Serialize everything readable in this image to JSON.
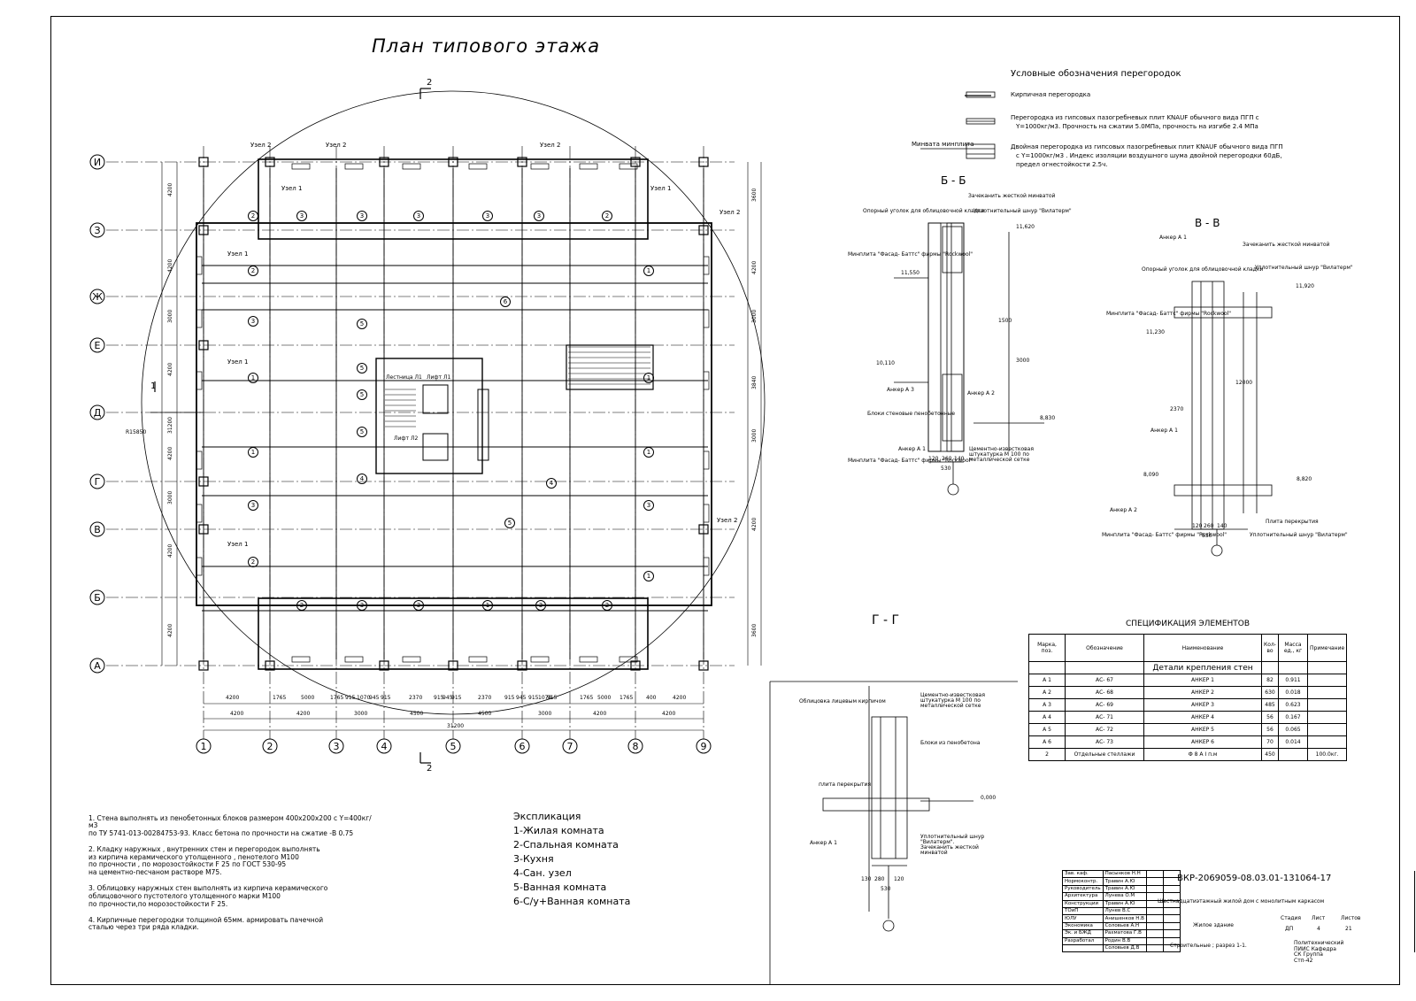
{
  "title": "План типового этажа",
  "legend": {
    "heading": "Условные обозначения перегородок",
    "items": [
      "Кирпичная перегородка",
      "Перегородка из гипсовых пазогребневых плит KNAUF обычного вида ПГП  с",
      "Y=1000кг/м3. Прочность на сжатии 5.0МПа, прочность на изгибе 2.4 МПа",
      "Двойная перегородка из гипсовых пазогребневых плит KNAUF обычного вида ПГП",
      "с Y=1000кг/м3 . Индекс изоляции воздушного шума двойной перегородки 60дБ,",
      "предел огнестойкости 2.5ч."
    ],
    "mark_label": "Минвата минплита"
  },
  "sections": {
    "bb": "Б - Б",
    "vv": "В - В",
    "gg": "Г - Г"
  },
  "section_labels": {
    "bb": [
      "Зачеканить жесткой минватой",
      "Уплотнительный шнур \"Вилатерм\"",
      "Опорный уголок для облицовочной кладки",
      "Минплита \"Фасад- Баттс\" фирмы \"Rockwool\"",
      "Анкер А 3",
      "Анкер А 2",
      "Блоки стеновые пенобетонные",
      "Анкер А 1",
      "Цементно-известковая штукатурка М 100 по металлической сетке",
      "Минплита \"Фасад- Баттс\" фирмы \"Rockwool\"",
      "11,620",
      "11,550",
      "10,110",
      "8,830",
      "3000",
      "1500",
      "120",
      "260",
      "140",
      "530"
    ],
    "vv": [
      "Анкер А 1",
      "Зачеканить жесткой минватой",
      "Опорный уголок для облицовочной кладки",
      "Уплотнительный шнур \"Вилатерм\"",
      "Минплита \"Фасад- Баттс\" фирмы \"Rockwool\"",
      "11,920",
      "11,230",
      "Анкер А 1",
      "8,090",
      "8,820",
      "Анкер А 2",
      "Плита перекрытия",
      "Минплита \"Фасад- Баттс\" фирмы \"Rockwool\"",
      "Уплотнительный шнур \"Вилатерм\"",
      "2370",
      "12000",
      "120",
      "260",
      "140",
      "530"
    ],
    "gg": [
      "Облицовка лицевым кирпичом",
      "Цементно-известковая штукатурка М 100 по металлической сетке",
      "Блоки из пенобетона",
      "плита перекрытия",
      "Анкер А 1",
      "Уплотнительный шнур \"Вилатерм\". Зачеканить жесткой минватой",
      "0,000",
      "130",
      "280",
      "120",
      "530"
    ]
  },
  "axes": {
    "rows": [
      "И",
      "З",
      "Ж",
      "Е",
      "Д",
      "Г",
      "В",
      "Б",
      "А"
    ],
    "cols": [
      "1",
      "2",
      "3",
      "4",
      "5",
      "6",
      "7",
      "8",
      "9"
    ]
  },
  "dims": {
    "bottom_row1": [
      "4200",
      "1765",
      "5000",
      "1765",
      "915",
      "1070",
      "945",
      "915",
      "2370",
      "915",
      "945",
      "915",
      "2370",
      "915",
      "945",
      "915",
      "1070",
      "915",
      "1765",
      "5000",
      "1765",
      "400",
      "4200"
    ],
    "bottom_row2": [
      "4200",
      "4200",
      "3000",
      "4500",
      "4500",
      "3000",
      "4200",
      "4200"
    ],
    "total": "31200",
    "left": [
      "4200",
      "4200",
      "3000",
      "4200",
      "31200",
      "4200",
      "3000",
      "4200",
      "4200"
    ],
    "right": [
      "3600",
      "4200",
      "3000",
      "3840",
      "3000",
      "4200",
      "3600"
    ]
  },
  "plan_labels": {
    "uzel1": "Узел 1",
    "uzel2": "Узел 2",
    "lestnica": "Лестница Л1",
    "lift1": "Лифт Л1",
    "lift2": "Лифт Л2",
    "radius": "R15850",
    "section_2": "2",
    "section_1": "1"
  },
  "room_numbers": [
    "2",
    "3",
    "3",
    "3",
    "3",
    "3",
    "2",
    "2",
    "3",
    "1",
    "1",
    "3",
    "5",
    "5",
    "5",
    "5",
    "4",
    "4",
    "5",
    "6",
    "1",
    "1",
    "1",
    "1",
    "3",
    "3",
    "2",
    "2",
    "3",
    "3",
    "1",
    "2"
  ],
  "notes": [
    "1. Стена выполнять из пенобетонных блоков размером 400х200х200 с Y=400кг/м3\n    по ТУ 5741-013-00284753-93. Класс бетона по прочности на сжатие -В 0.75",
    "2. Кладку наружных , внутренних стен и перегородок выполнять\n    из кирпича керамического утолщенного , пенотелого М100\n    по прочности , по морозостойкости F 25 по   ГОСТ 530-95\n    на цементно-песчаном растворе М75.",
    "3. Облицовку наружных стен выполнять из кирпича керамического\n    облицовочного пустотелого утолщенного марки   М100\n    по прочности,по морозостойкости  F 25.",
    "4. Кирпичные перегородки толщиной 65мм. армировать пачечной\n    сталью через три ряда кладки."
  ],
  "explication": {
    "title": "Экспликация",
    "items": [
      "1-Жилая комната",
      "2-Спальная комната",
      "3-Кухня",
      "4-Сан. узел",
      "5-Ванная комната",
      "6-С/у+Ванная комната"
    ]
  },
  "spec": {
    "title": "СПЕЦИФИКАЦИЯ   ЭЛЕМЕНТОВ",
    "headers": [
      "Марка, поз.",
      "Обозначение",
      "Наименование",
      "Кол-во",
      "Масса ед., кг",
      "Примечание"
    ],
    "group": "Детали крепления стен",
    "rows": [
      [
        "А 1",
        "АС- 67",
        "АНКЕР 1",
        "82",
        "0.911",
        ""
      ],
      [
        "А 2",
        "АС- 68",
        "АНКЕР 2",
        "630",
        "0.018",
        ""
      ],
      [
        "А 3",
        "АС- 69",
        "АНКЕР 3",
        "485",
        "0.623",
        ""
      ],
      [
        "А 4",
        "АС- 71",
        "АНКЕР 4",
        "56",
        "0.167",
        ""
      ],
      [
        "А 5",
        "АС- 72",
        "АНКЕР 5",
        "56",
        "0.065",
        ""
      ],
      [
        "А 6",
        "АС- 73",
        "АНКЕР 6",
        "70",
        "0.014",
        ""
      ],
      [
        "2",
        "Отдельные стеллажи",
        "Ф 8 А I   п.м",
        "450",
        "",
        "100.0кг."
      ]
    ]
  },
  "stamp": {
    "code": "ВКР-2069059-08.03.01-131064-17",
    "project": "Шестнадцатиэтажный жилой дом с монолитным каркасом",
    "part": "Жилое здание",
    "sheet_title": "Строительные ; разрез 1-1.",
    "stage_hdr": "Стадия",
    "sheet_hdr": "Лист",
    "sheets_hdr": "Листов",
    "stage": "ДП",
    "sheet": "4",
    "sheets": "21",
    "org": "Политехнический ПИИС Кафедра СК Группа Стп-42",
    "people": [
      [
        "Зав. каф.",
        "Пасынков Н.Н"
      ],
      [
        "Нормоконтр.",
        "Травин А.Ю"
      ],
      [
        "Руководитель",
        "Травин А.Ю"
      ],
      [
        "Архитектура",
        "Лунева О.М"
      ],
      [
        "Конструкции",
        "Травин А.Ю"
      ],
      [
        "ТОиП",
        "Лунев В.С"
      ],
      [
        "ЮЛУ",
        "Анишенков Н.В"
      ],
      [
        "Экономика",
        "Соловьев А.Н"
      ],
      [
        "Эк. и БЖД",
        "Рахматова Г.В"
      ],
      [
        "Разработал",
        "Родин В.В"
      ],
      [
        "",
        "Соловьев Д.В"
      ]
    ]
  }
}
